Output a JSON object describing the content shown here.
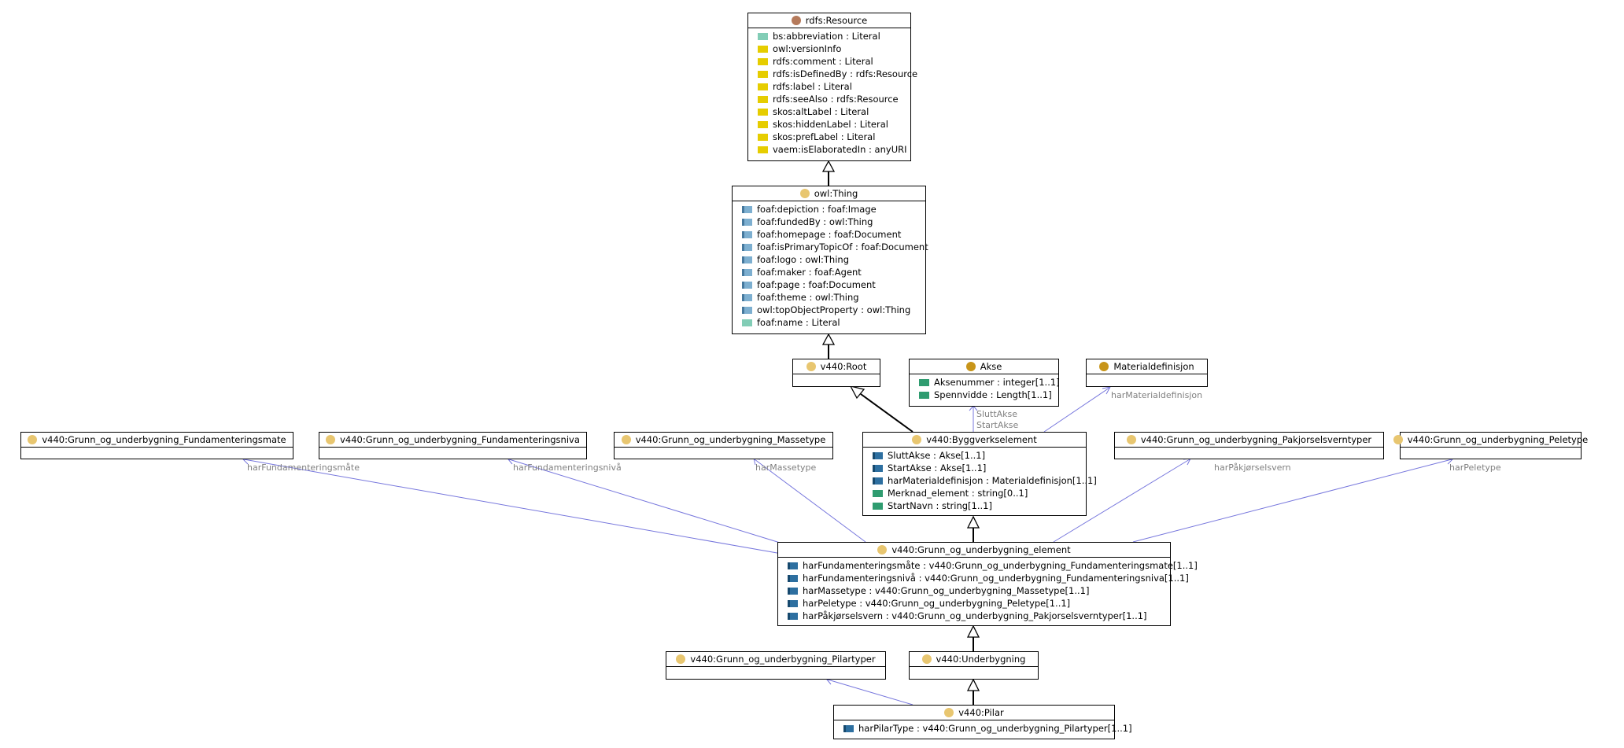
{
  "colors": {
    "class_dot": "#e8c670",
    "resource_dot": "#b57a5b",
    "restriction_dot": "#c8951a",
    "relation_line": "#7777dd",
    "edge_label": "#808080"
  },
  "classes": {
    "rdfs_resource": {
      "title": "rdfs:Resource",
      "attrs": [
        {
          "text": "bs:abbreviation : Literal",
          "kind": "literal-icon"
        },
        {
          "text": "owl:versionInfo",
          "kind": "annotation-icon"
        },
        {
          "text": "rdfs:comment : Literal",
          "kind": "annotation-icon"
        },
        {
          "text": "rdfs:isDefinedBy : rdfs:Resource",
          "kind": "annotation-icon"
        },
        {
          "text": "rdfs:label : Literal",
          "kind": "annotation-icon"
        },
        {
          "text": "rdfs:seeAlso : rdfs:Resource",
          "kind": "annotation-icon"
        },
        {
          "text": "skos:altLabel : Literal",
          "kind": "annotation-icon"
        },
        {
          "text": "skos:hiddenLabel : Literal",
          "kind": "annotation-icon"
        },
        {
          "text": "skos:prefLabel : Literal",
          "kind": "annotation-icon"
        },
        {
          "text": "vaem:isElaboratedIn : anyURI",
          "kind": "annotation-icon"
        }
      ]
    },
    "owl_thing": {
      "title": "owl:Thing",
      "attrs": [
        {
          "text": "foaf:depiction : foaf:Image",
          "kind": "object-property-icon"
        },
        {
          "text": "foaf:fundedBy : owl:Thing",
          "kind": "object-property-icon"
        },
        {
          "text": "foaf:homepage : foaf:Document",
          "kind": "object-property-icon"
        },
        {
          "text": "foaf:isPrimaryTopicOf : foaf:Document",
          "kind": "object-property-icon"
        },
        {
          "text": "foaf:logo : owl:Thing",
          "kind": "object-property-icon"
        },
        {
          "text": "foaf:maker : foaf:Agent",
          "kind": "object-property-icon"
        },
        {
          "text": "foaf:page : foaf:Document",
          "kind": "object-property-icon"
        },
        {
          "text": "foaf:theme : owl:Thing",
          "kind": "object-property-icon"
        },
        {
          "text": "owl:topObjectProperty : owl:Thing",
          "kind": "object-property-icon"
        },
        {
          "text": "foaf:name : Literal",
          "kind": "literal-icon"
        }
      ]
    },
    "v440_root": {
      "title": "v440:Root",
      "attrs": []
    },
    "akse": {
      "title": "Akse",
      "attrs": [
        {
          "text": "Aksenummer : integer[1..1]",
          "kind": "datatype-property-icon"
        },
        {
          "text": "Spennvidde : Length[1..1]",
          "kind": "datatype-property-icon"
        }
      ]
    },
    "materialdefinisjon": {
      "title": "Materialdefinisjon",
      "attrs": []
    },
    "fundamenteringsmate": {
      "title": "v440:Grunn_og_underbygning_Fundamenteringsmate",
      "attrs": []
    },
    "fundamenteringsniva": {
      "title": "v440:Grunn_og_underbygning_Fundamenteringsniva",
      "attrs": []
    },
    "massetype": {
      "title": "v440:Grunn_og_underbygning_Massetype",
      "attrs": []
    },
    "byggverkselement": {
      "title": "v440:Byggverkselement",
      "attrs": [
        {
          "text": "SluttAkse : Akse[1..1]",
          "kind": "object-property-icon"
        },
        {
          "text": "StartAkse : Akse[1..1]",
          "kind": "object-property-icon"
        },
        {
          "text": "harMaterialdefinisjon : Materialdefinisjon[1..1]",
          "kind": "object-property-icon"
        },
        {
          "text": "Merknad_element : string[0..1]",
          "kind": "datatype-property-icon"
        },
        {
          "text": "StartNavn : string[1..1]",
          "kind": "datatype-property-icon"
        }
      ]
    },
    "pakjorselsverntyper": {
      "title": "v440:Grunn_og_underbygning_Pakjorselsverntyper",
      "attrs": []
    },
    "peletype": {
      "title": "v440:Grunn_og_underbygning_Peletype",
      "attrs": []
    },
    "grunn_element": {
      "title": "v440:Grunn_og_underbygning_element",
      "attrs": [
        {
          "text": "harFundamenteringsmåte : v440:Grunn_og_underbygning_Fundamenteringsmate[1..1]",
          "kind": "object-property-icon"
        },
        {
          "text": "harFundamenteringsnivå : v440:Grunn_og_underbygning_Fundamenteringsniva[1..1]",
          "kind": "object-property-icon"
        },
        {
          "text": "harMassetype : v440:Grunn_og_underbygning_Massetype[1..1]",
          "kind": "object-property-icon"
        },
        {
          "text": "harPeletype : v440:Grunn_og_underbygning_Peletype[1..1]",
          "kind": "object-property-icon"
        },
        {
          "text": "harPåkjørselsvern : v440:Grunn_og_underbygning_Pakjorselsverntyper[1..1]",
          "kind": "object-property-icon"
        }
      ]
    },
    "pilartyper": {
      "title": "v440:Grunn_og_underbygning_Pilartyper",
      "attrs": []
    },
    "underbygning": {
      "title": "v440:Underbygning",
      "attrs": []
    },
    "pilar": {
      "title": "v440:Pilar",
      "attrs": [
        {
          "text": "harPilarType : v440:Grunn_og_underbygning_Pilartyper[1..1]",
          "kind": "object-property-icon"
        }
      ]
    }
  },
  "edge_labels": {
    "slutt_akse": "SluttAkse",
    "start_akse": "StartAkse",
    "har_materialdefinisjon": "harMaterialdefinisjon",
    "har_fundamenteringsmate": "harFundamenteringsmåte",
    "har_fundamenteringsniva": "harFundamenteringsnivå",
    "har_massetype": "harMassetype",
    "har_pakjorselsvern": "harPåkjørselsvern",
    "har_peletype": "harPeletype"
  }
}
